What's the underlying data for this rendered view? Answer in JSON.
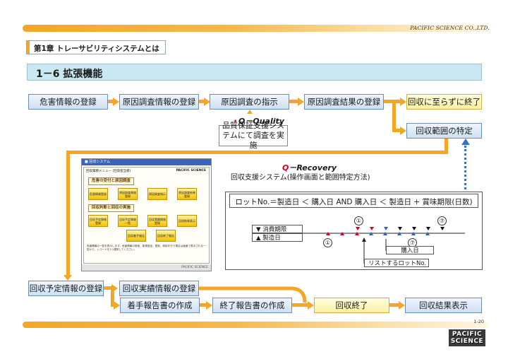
{
  "header": {
    "company": "PACIFIC SCIENCE CO.,LTD.",
    "chapter": "第1章 トレーサビリティシステムとは",
    "title": "1－6  拡張機能"
  },
  "flow": {
    "row1": [
      "危害情報の登録",
      "原因調査情報の登録",
      "原因調査の指示",
      "原因調査結果の登録",
      "回収に至らずに終了"
    ],
    "recall_range": "回収範囲の特定",
    "quality_label": "Q－Quality",
    "quality_prefix": "・",
    "quality_note": "品質保証支援システムにて調査を実施",
    "recovery_label": "Q－Recovery",
    "recovery_note": "回収支援システム(操作画面と範囲特定方法)",
    "row_a": [
      "回収予定情報の登録",
      "回収実績情報の登録"
    ],
    "row_b": [
      "着手報告書の作成",
      "終了報告書の作成",
      "回収終了",
      "回収結果表示"
    ]
  },
  "screenshot": {
    "window_title": "■ 回収システム",
    "subtitle": "回収業務メニュー (回収担当者)",
    "brand": "PACIFIC SCIENCE",
    "section1": "危害の受付と原因調査",
    "section2": "回収判断と回収の実施",
    "buttons1": [
      "危害情報登録",
      "原因調査情報登録",
      "原因調査指示",
      "原因調査結果登録"
    ],
    "buttons2": [
      "回収予定情報登録",
      "回収予定情報一覧",
      "回収実績情報登録",
      "回収結果表示"
    ],
    "buttons3": [
      "回収着手報告",
      "回収終了報告"
    ],
    "caption": "危害情報の一覧を表示します。危害情報の検索、新規追加、更新、削除を行う場合は画面で表示される一覧から、レコードを1つ選択してください。"
  },
  "logic": {
    "formula": "ロットNo.＝製造日 ＜ 購入日 AND 購入日 ＜ 製造日 + 賞味期限(日数)",
    "expiry_label": "▼ 消費期限",
    "mfg_label": "▲ 製造日",
    "marker_top_left": "①",
    "marker_top_right": "⑦",
    "marker_bottom_left": "①",
    "marker_bottom_right": "⑦",
    "purchase_label": "購入日",
    "list_label": "リストするロットNo."
  },
  "footer": {
    "page": "1-20",
    "logo_line1": "PACIFIC",
    "logo_line2": "SCIENCE"
  }
}
